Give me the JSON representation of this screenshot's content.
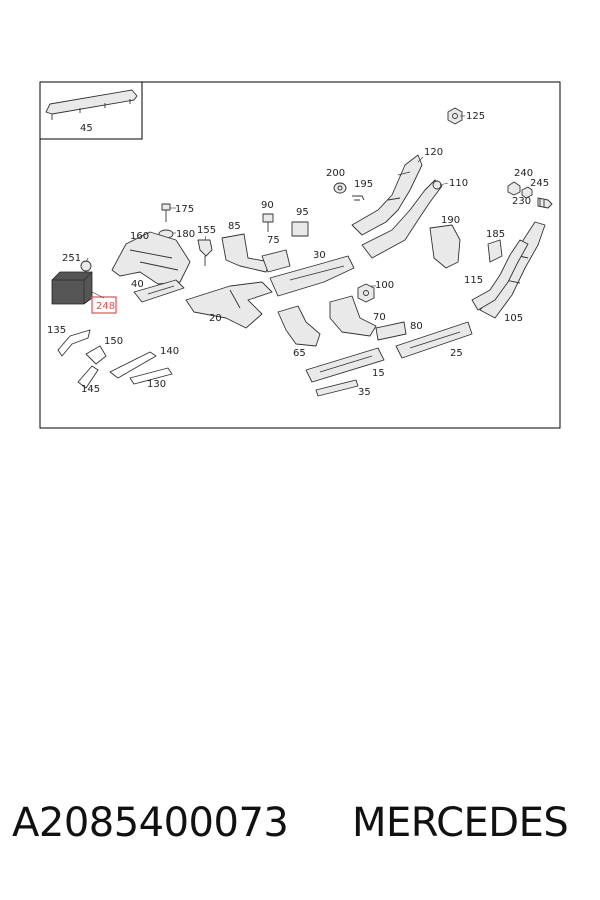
{
  "diagram": {
    "callouts": [
      "45",
      "125",
      "120",
      "200",
      "195",
      "110",
      "240",
      "245",
      "230",
      "175",
      "90",
      "95",
      "180",
      "155",
      "85",
      "160",
      "75",
      "190",
      "185",
      "251",
      "30",
      "100",
      "115",
      "40",
      "248",
      "20",
      "70",
      "80",
      "105",
      "135",
      "150",
      "140",
      "65",
      "25",
      "15",
      "145",
      "130",
      "35"
    ],
    "highlighted_callout": "248",
    "highlight_color": "#e05050",
    "frame_color": "#000000"
  },
  "caption": {
    "part_number": "A2085400073",
    "brand": "MERCEDES"
  }
}
